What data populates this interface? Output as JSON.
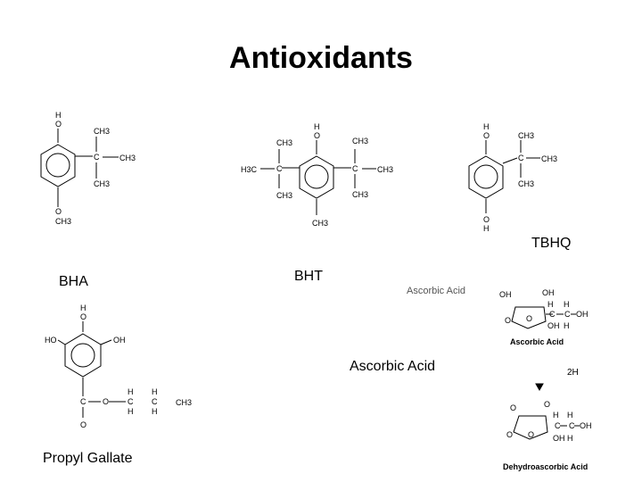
{
  "title": "Antioxidants",
  "labels": {
    "bha": "BHA",
    "bht": "BHT",
    "tbhq": "TBHQ",
    "ascorbic": "Ascorbic Acid",
    "propyl_gallate": "Propyl Gallate",
    "ascorbic_small": "Ascorbic Acid",
    "ascorbic_struct": "Ascorbic Acid",
    "dehydro_struct": "Dehydroascorbic Acid",
    "two_h": "2H"
  },
  "atoms": {
    "h": "H",
    "o": "O",
    "c": "C",
    "ch3": "CH3",
    "h3c": "H3C",
    "och3": "CH3",
    "oh": "OH",
    "ho": "HO",
    "hh": "H"
  }
}
